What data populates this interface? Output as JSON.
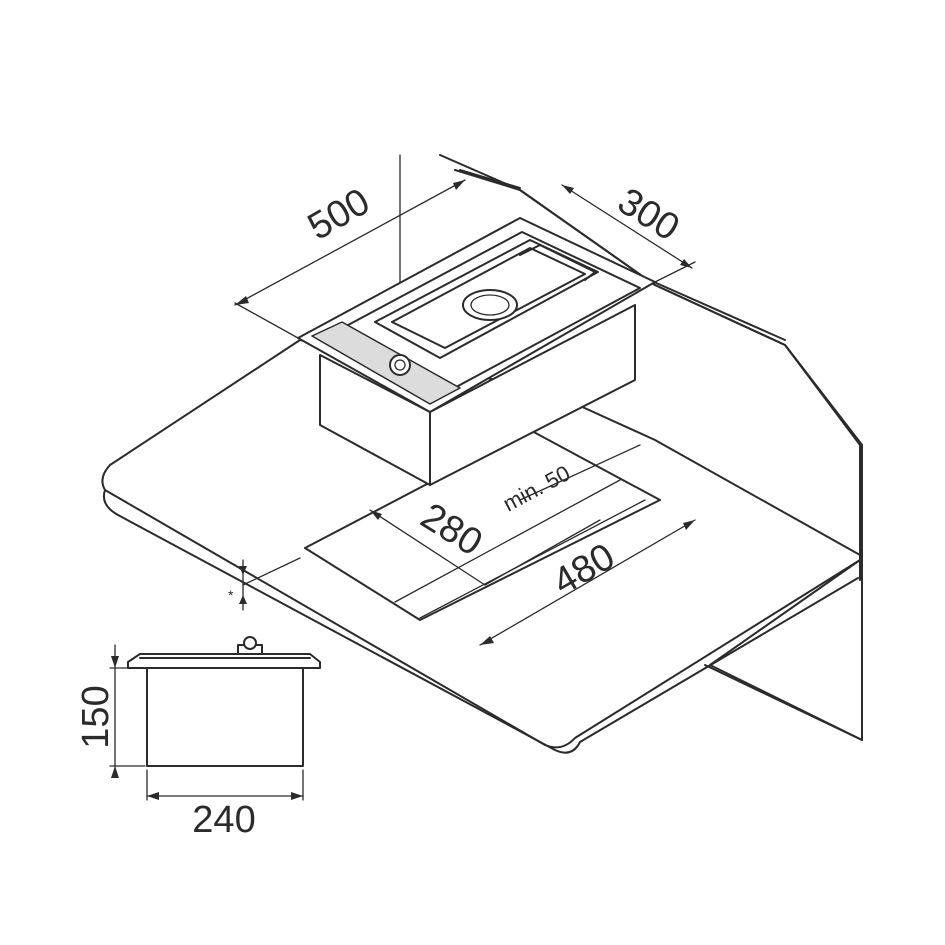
{
  "dimensions": {
    "width_top": "500",
    "depth_top": "300",
    "cutout_depth": "280",
    "cutout_width": "480",
    "min_gap": "min. 50",
    "side_height": "150",
    "side_width": "240",
    "asterisk": "*"
  },
  "colors": {
    "line": "#2b2b2b",
    "fill": "#ffffff",
    "shade": "#dcdcdc"
  }
}
